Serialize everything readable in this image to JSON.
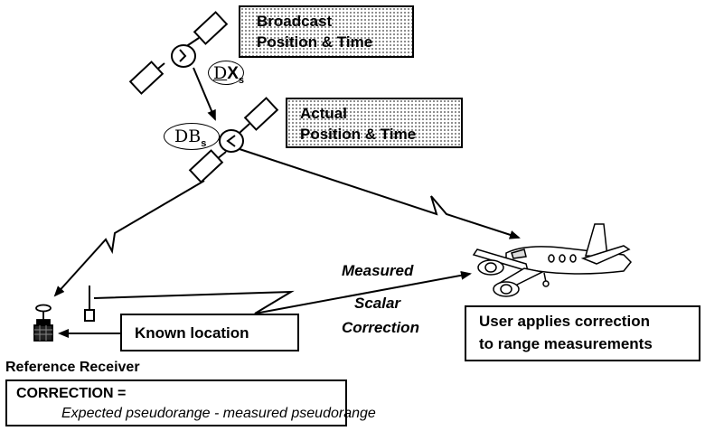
{
  "broadcast_box": {
    "line1": "Broadcast",
    "line2": "Position & Time"
  },
  "actual_box": {
    "line1": "Actual",
    "line2": "Position & Time"
  },
  "delta_x": {
    "prefix": "D",
    "main": "X",
    "sub": "s"
  },
  "delta_b": {
    "prefix": "DB",
    "sub": "s"
  },
  "measured_label": "Measured",
  "scalar_label": "Scalar",
  "correction_label": "Correction",
  "known_location": "Known location",
  "reference_receiver": "Reference Receiver",
  "user_applies": {
    "line1": "User applies correction",
    "line2": "to range measurements"
  },
  "formula": {
    "title": "CORRECTION =",
    "expression": "Expected pseudorange - measured pseudorange"
  }
}
